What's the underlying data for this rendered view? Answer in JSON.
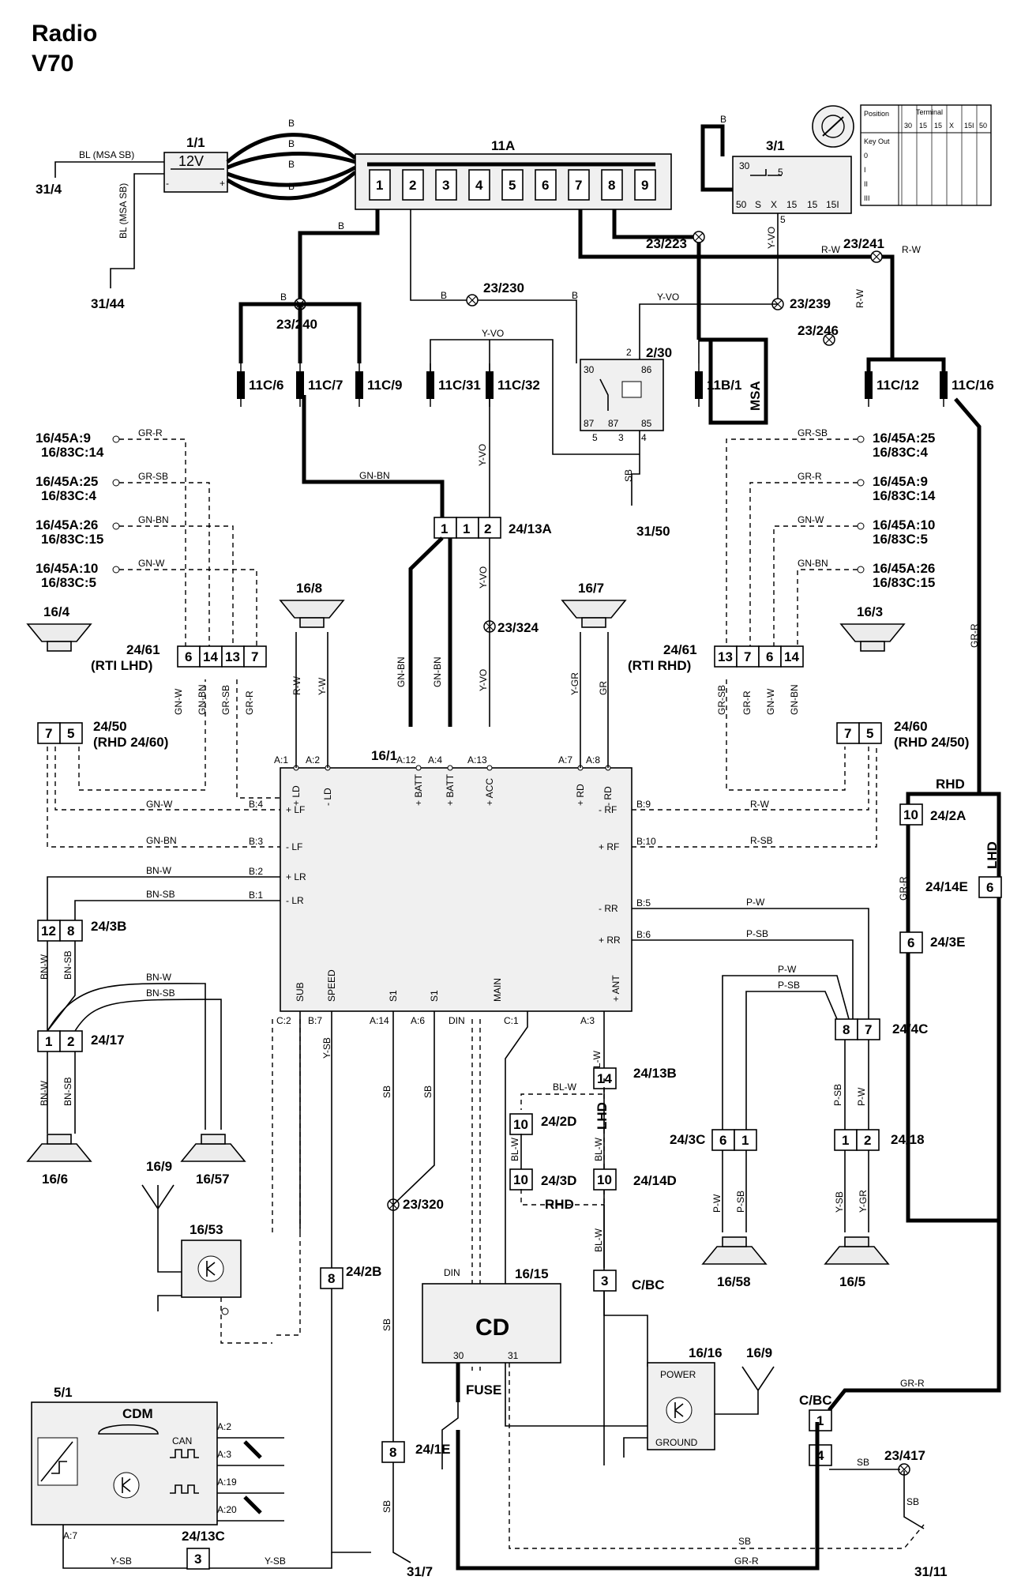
{
  "title": {
    "line1": "Radio",
    "line2": "V70"
  },
  "battery": {
    "ref": "1/1",
    "voltage": "12V",
    "minus": "-",
    "plus": "+"
  },
  "grounds": [
    "31/4",
    "31/44",
    "31/50",
    "31/7",
    "31/11"
  ],
  "fusebox": {
    "ref": "11A",
    "pins": [
      "1",
      "2",
      "3",
      "4",
      "5",
      "6",
      "7",
      "8",
      "9"
    ]
  },
  "ignition": {
    "ref": "3/1",
    "pins": [
      "30",
      "5",
      "50",
      "S",
      "X",
      "15",
      "15",
      "15I"
    ],
    "table": {
      "h_position": "Position",
      "h_terminal": "Terminal",
      "cols": [
        "30",
        "15",
        "15",
        "X",
        "15I",
        "50"
      ],
      "rows": [
        "Key Out",
        "0",
        "I",
        "II",
        "III"
      ]
    }
  },
  "relay": {
    "ref": "2/30",
    "pins": [
      "30",
      "2",
      "86",
      "87",
      "87",
      "85",
      "5",
      "3",
      "4"
    ]
  },
  "splices": [
    "23/223",
    "23/241",
    "23/230",
    "23/239",
    "23/240",
    "23/246",
    "23/324",
    "23/320",
    "23/417"
  ],
  "fuses": [
    "11C/6",
    "11C/7",
    "11C/9",
    "11C/31",
    "11C/32",
    "11B/1",
    "11C/12",
    "11C/16"
  ],
  "msa": "MSA",
  "wires": {
    "bl_msa_sb": "BL (MSA SB)",
    "b": "B",
    "yvo": "Y-VO",
    "rw": "R-W",
    "grr": "GR-R",
    "grsb": "GR-SB",
    "gnbn": "GN-BN",
    "gnw": "GN-W",
    "sb": "SB",
    "bnw": "BN-W",
    "bnsb": "BN-SB",
    "ysb": "Y-SB",
    "blw": "BL-W",
    "pw": "P-W",
    "psb": "P-SB",
    "ygr": "Y-GR",
    "gr": "GR",
    "rsb": "R-SB",
    "yw": "Y-W",
    "grsb2": "GR-SB"
  },
  "left_refs": [
    {
      "a": "16/45A:9",
      "b": "16/83C:14",
      "wire": "GR-R"
    },
    {
      "a": "16/45A:25",
      "b": "16/83C:4",
      "wire": "GR-SB"
    },
    {
      "a": "16/45A:26",
      "b": "16/83C:15",
      "wire": "GN-BN"
    },
    {
      "a": "16/45A:10",
      "b": "16/83C:5",
      "wire": "GN-W"
    }
  ],
  "right_refs": [
    {
      "a": "16/45A:25",
      "b": "16/83C:4",
      "wire": "GR-SB"
    },
    {
      "a": "16/45A:9",
      "b": "16/83C:14",
      "wire": "GR-R"
    },
    {
      "a": "16/45A:10",
      "b": "16/83C:5",
      "wire": "GN-W"
    },
    {
      "a": "16/45A:26",
      "b": "16/83C:15",
      "wire": "GN-BN"
    }
  ],
  "connectors": {
    "c2413a": {
      "ref": "24/13A",
      "pins": [
        "1",
        "2"
      ]
    },
    "c2461l": {
      "ref": "24/61",
      "note": "(RTI LHD)",
      "pins": [
        "6",
        "14",
        "13",
        "7"
      ]
    },
    "c2461r": {
      "ref": "24/61",
      "note": "(RTI RHD)",
      "pins": [
        "13",
        "7",
        "6",
        "14"
      ]
    },
    "c2450": {
      "ref": "24/50",
      "note": "(RHD 24/60)",
      "pins": [
        "7",
        "5"
      ]
    },
    "c2460": {
      "ref": "24/60",
      "note": "(RHD 24/50)",
      "pins": [
        "7",
        "5"
      ]
    },
    "c243b": {
      "ref": "24/3B",
      "pins": [
        "12",
        "8"
      ]
    },
    "c2417": {
      "ref": "24/17",
      "pins": [
        "1",
        "2"
      ]
    },
    "c2413b": {
      "ref": "24/13B",
      "pins": [
        "14"
      ]
    },
    "c242d": {
      "ref": "24/2D",
      "pins": [
        "10"
      ]
    },
    "c243d": {
      "ref": "24/3D",
      "pins": [
        "10"
      ]
    },
    "c2414d": {
      "ref": "24/14D",
      "pins": [
        "10"
      ]
    },
    "c242a": {
      "ref": "24/2A",
      "pins": [
        "10"
      ]
    },
    "c2414e": {
      "ref": "24/14E",
      "pins": [
        "6"
      ]
    },
    "c243e": {
      "ref": "24/3E",
      "pins": [
        "6"
      ]
    },
    "c244c": {
      "ref": "24/4C",
      "pins": [
        "8",
        "7"
      ]
    },
    "c243c": {
      "ref": "24/3C",
      "pins": [
        "6",
        "1"
      ]
    },
    "c2418": {
      "ref": "24/18",
      "pins": [
        "1",
        "2"
      ]
    },
    "cbc1": {
      "ref": "C/BC",
      "pins": [
        "3"
      ]
    },
    "cbc2": {
      "ref": "C/BC",
      "pins": [
        "1",
        "4"
      ]
    },
    "c242b": {
      "ref": "24/2B",
      "pins": [
        "8"
      ]
    },
    "c241e": {
      "ref": "24/1E",
      "pins": [
        "8"
      ]
    },
    "c2413c": {
      "ref": "24/13C",
      "pins": [
        "3"
      ]
    }
  },
  "rhd": "RHD",
  "lhd": "LHD",
  "radio": {
    "ref": "16/1",
    "top": [
      "A:1",
      "A:2",
      "A:12",
      "A:4",
      "A:13",
      "A:7",
      "A:8"
    ],
    "topsig": [
      "+ LD",
      "- LD",
      "+ BATT",
      "+ BATT",
      "+ ACC",
      "+ RD",
      "- RD"
    ],
    "left": [
      {
        "pin": "B:4",
        "sig": "+ LF"
      },
      {
        "pin": "B:3",
        "sig": "- LF"
      },
      {
        "pin": "B:2",
        "sig": "+ LR"
      },
      {
        "pin": "B:1",
        "sig": "- LR"
      }
    ],
    "right": [
      {
        "pin": "B:9",
        "sig": "- RF"
      },
      {
        "pin": "B:10",
        "sig": "+ RF"
      },
      {
        "pin": "B:5",
        "sig": "- RR"
      },
      {
        "pin": "B:6",
        "sig": "+ RR"
      }
    ],
    "bottom": [
      "C:2",
      "B:7",
      "A:14",
      "A:6",
      "DIN",
      "C:1",
      "A:3"
    ],
    "bottomsig": [
      "SUB",
      "SPEED",
      "S1",
      "S1",
      "MAIN",
      "+ ANT"
    ]
  },
  "speakers": {
    "s168": "16/8",
    "s167": "16/7",
    "s164": "16/4",
    "s163": "16/3",
    "s166": "16/6",
    "s1657": "16/57",
    "s1658": "16/58",
    "s165": "16/5"
  },
  "antenna": "16/9",
  "amp1653": "16/53",
  "cd": {
    "ref": "16/15",
    "label": "CD",
    "din": "DIN",
    "p30": "30",
    "p31": "31",
    "fuse": "FUSE"
  },
  "amp1616": {
    "ref": "16/16",
    "power": "POWER",
    "ground": "GROUND"
  },
  "cdm": {
    "ref": "5/1",
    "label": "CDM",
    "can": "CAN",
    "pins": [
      "A:2",
      "A:3",
      "A:19",
      "A:20",
      "A:7"
    ]
  }
}
